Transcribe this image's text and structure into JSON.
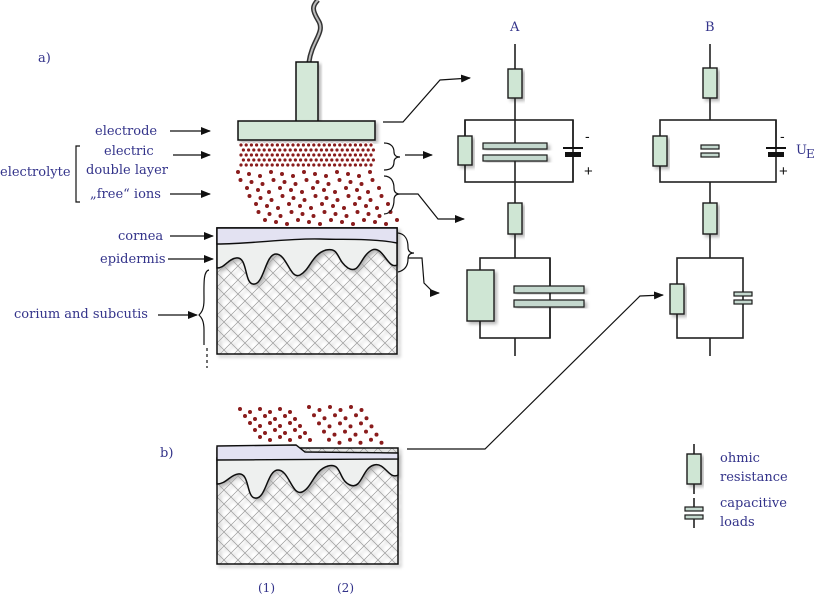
{
  "labels": {
    "part_a": "a)",
    "part_b": "b)",
    "circuit_a": "A",
    "circuit_b": "B",
    "electrode": "electrode",
    "electric": "electric",
    "double_layer": "double layer",
    "electrolyte": "electrolyte",
    "free_ions": "„free“ ions",
    "cornea": "cornea",
    "epidermis": "epidermis",
    "corium": "corium and subcutis",
    "voltage": "U",
    "voltage_sub": "E",
    "region_1": "(1)",
    "region_2": "(2)"
  },
  "legend": {
    "ohmic_line1": "ohmic",
    "ohmic_line2": "resistance",
    "cap_line1": "capacitive",
    "cap_line2": "loads"
  },
  "colors": {
    "ion": "#8a1c1c",
    "electrode": "#d4e8d8",
    "resistor": "#cfe6d4",
    "cornea": "#e3e2f2",
    "epidermis": "#eef0ef",
    "text": "#33338a"
  }
}
